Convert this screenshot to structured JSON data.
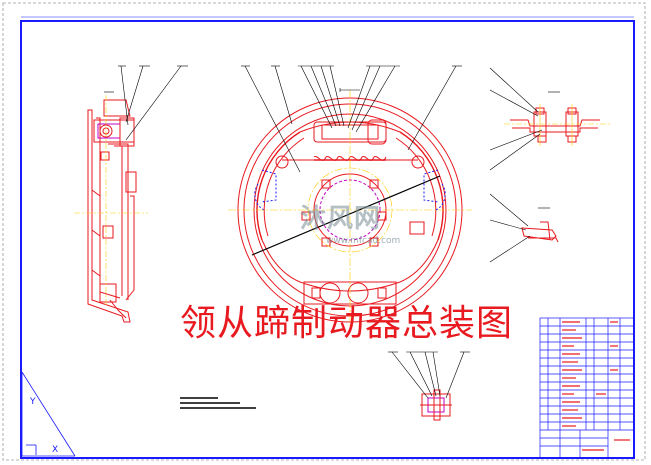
{
  "drawing": {
    "title": "领从蹄制动器总装图",
    "watermark": "沐风网",
    "watermark_url": "www.mfcad.com"
  },
  "colors": {
    "border": "#1a1aff",
    "lines": "#e8191f",
    "centerline": "#ffcc00",
    "section": "#c000c0",
    "ink": "#000000"
  }
}
